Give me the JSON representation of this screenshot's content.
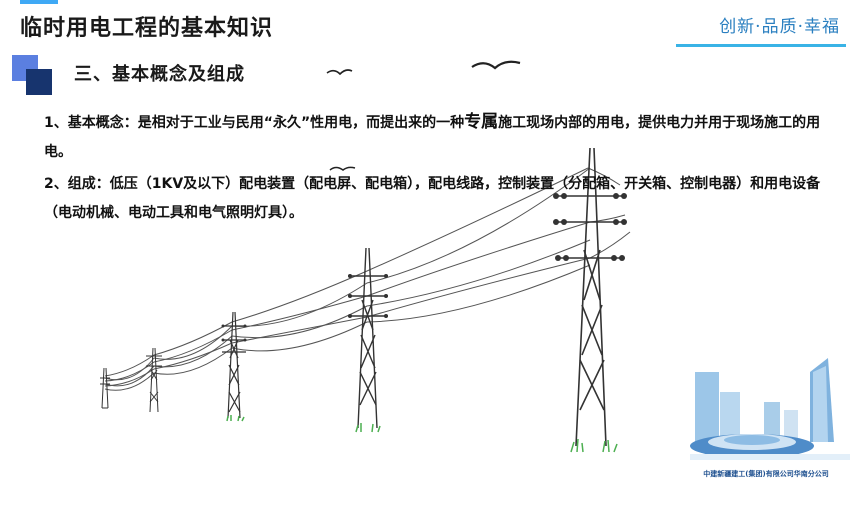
{
  "header": {
    "title": "临时用电工程的基本知识",
    "slogan": "创新·品质·幸福"
  },
  "section": {
    "title": "三、基本概念及组成"
  },
  "paragraphs": {
    "p1_before": "1、基本概念：是相对于工业与民用“永久”性用电，而提出来的一种",
    "p1_emph": "专属",
    "p1_after": "施工现场内部的用电，提供电力并用于现场施工的用电。",
    "p2": "2、组成：低压（1KV及以下）配电装置（配电屏、配电箱），配电线路，控制装置（分配箱、开关箱、控制电器）和用电设备（电动机械、电动工具和电气照明灯具）。"
  },
  "logo": {
    "caption": "中建新疆建工(集团)有限公司华南分公司"
  },
  "colors": {
    "accent_blue": "#3fa9f5",
    "icon_light": "#5b7fe0",
    "icon_dark": "#17346e",
    "slogan": "#2a7fc0"
  }
}
